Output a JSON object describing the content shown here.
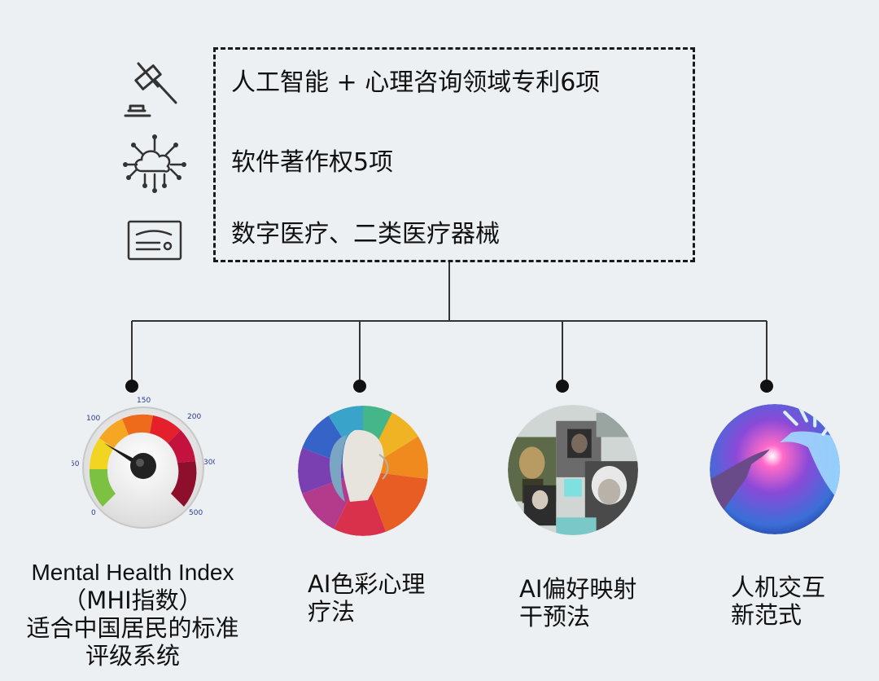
{
  "features": [
    {
      "icon": "gavel-icon",
      "text": "人工智能 + 心理咨询领域专利6项"
    },
    {
      "icon": "cloud-network-icon",
      "text": "软件著作权5项"
    },
    {
      "icon": "certificate-icon",
      "text": "数字医疗、二类医疗器械"
    }
  ],
  "gauge": {
    "ticks": [
      "0",
      "50",
      "100",
      "150",
      "200",
      "300",
      "500"
    ]
  },
  "items": [
    {
      "lines": [
        "Mental Health Index",
        "（MHI指数）",
        "适合中国居民的标准",
        "评级系统"
      ]
    },
    {
      "lines": [
        "AI色彩心理",
        "疗法"
      ]
    },
    {
      "lines": [
        "AI偏好映射",
        "干预法"
      ]
    },
    {
      "lines": [
        "人机交互",
        "新范式"
      ]
    }
  ]
}
